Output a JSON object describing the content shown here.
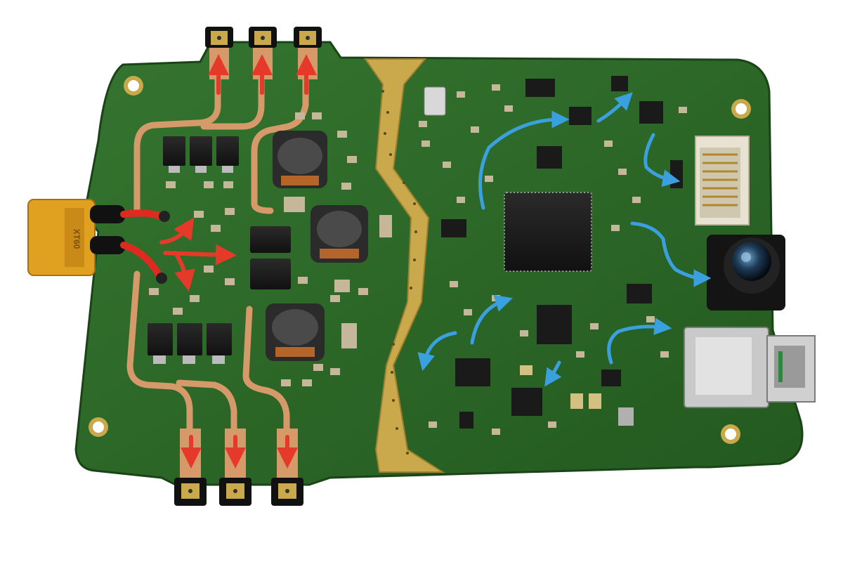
{
  "scene": {
    "subject": "pcb-board",
    "colors": {
      "background": "#ffffff",
      "board": "#2f6b2a",
      "board_dark": "#1f4f1f",
      "copper": "#d69a6a",
      "gold": "#c9a94b",
      "chip": "#1b1b1b",
      "connector_body": "#e0a020",
      "power_arrow": "#e53a2a",
      "signal_arrow": "#3aa0e0"
    },
    "connector_marking": "XT60",
    "icons": [
      "power-flow-arrow",
      "signal-flow-arrow",
      "mounting-hole",
      "inductor",
      "mosfet",
      "microcontroller",
      "camera-module",
      "ffc-connector",
      "usb-port"
    ]
  }
}
